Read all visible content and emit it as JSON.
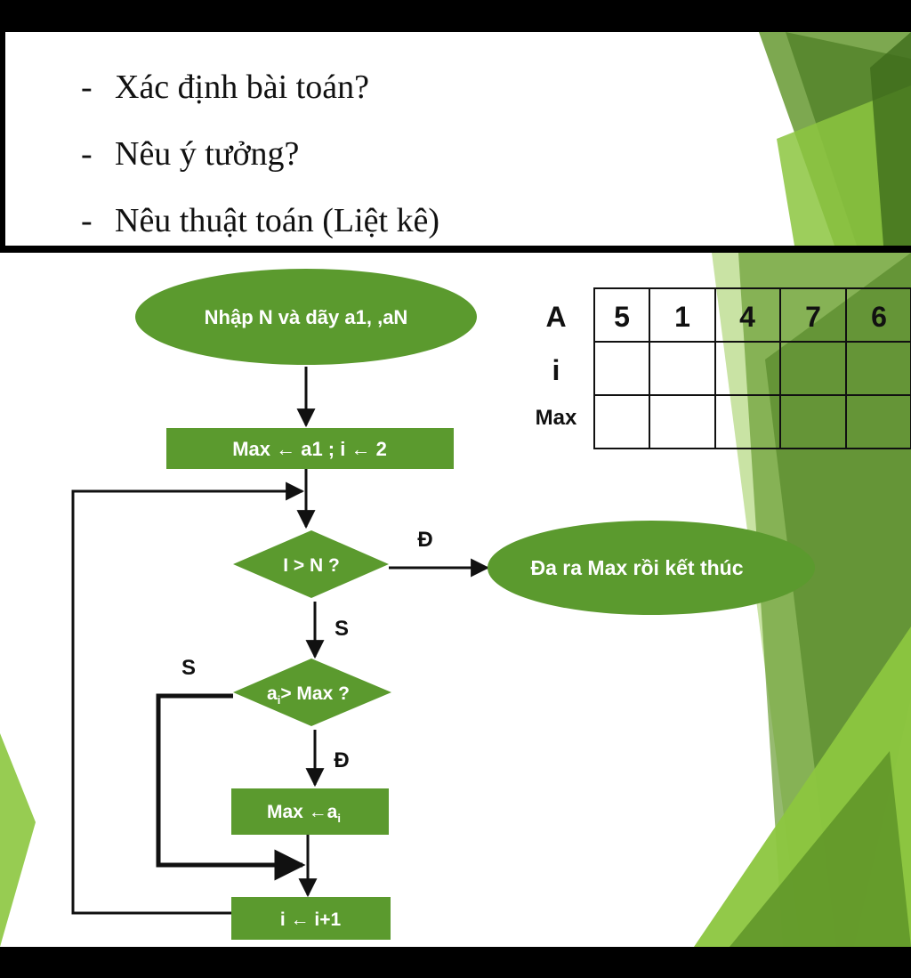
{
  "questions": [
    {
      "dash": "-",
      "text": "Xác định bài toán?"
    },
    {
      "dash": "-",
      "text": "Nêu ý tưởng?"
    },
    {
      "dash": "-",
      "text": "Nêu thuật toán (Liệt kê)"
    }
  ],
  "colors": {
    "node_fill": "#5b9a2e",
    "node_fill_light": "#6aa339",
    "accent_green_light": "#8cc63f",
    "accent_green_dark": "#4a7d1f",
    "line": "#111111"
  },
  "flowchart": {
    "start": "Nhập N và dãy a1,    ,aN",
    "init": "Max ← a1 ; i ← 2",
    "cond1": "I > N ?",
    "end": "Đa ra Max rồi kết thúc",
    "cond1_yes": "Đ",
    "cond1_no": "S",
    "cond2_base": "a",
    "cond2_sub": "i",
    "cond2_rest": "> Max ?",
    "cond2_yes": "Đ",
    "cond2_no": "S",
    "assign_base": "Max ←a",
    "assign_sub": "i",
    "increment": "i ← i+1"
  },
  "table": {
    "rows": [
      {
        "label": "A",
        "cells": [
          "5",
          "1",
          "4",
          "7",
          "6"
        ]
      },
      {
        "label": "i",
        "cells": [
          "",
          "",
          "",
          "",
          ""
        ]
      },
      {
        "label": "Max",
        "cells": [
          "",
          "",
          "",
          "",
          ""
        ]
      }
    ]
  }
}
